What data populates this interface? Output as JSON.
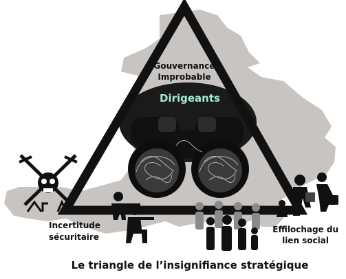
{
  "diagram": {
    "title": "Le triangle de l’insignifiance stratégique",
    "center_label": "Dirigeants",
    "apex_label_line1": "Gouvernance",
    "apex_label_line2": "Improbable",
    "left_label_line1": "Incertitude",
    "left_label_line2": "sécuritaire",
    "right_label_line1": "Effilochage du",
    "right_label_line2": "lien social"
  },
  "icons": {
    "map": "map-silhouette",
    "binoculars": "binoculars-icon",
    "weapons": "crossed-rifles-skull-icon",
    "soldiers": "armed-men-icon",
    "crowd": "crowd-icon",
    "migrants": "migrants-icon"
  },
  "colors": {
    "background": "#ffffff",
    "map": "#c8c4c1",
    "triangle": "#111111",
    "text": "#111111",
    "center_label": "#a7e8cf"
  }
}
